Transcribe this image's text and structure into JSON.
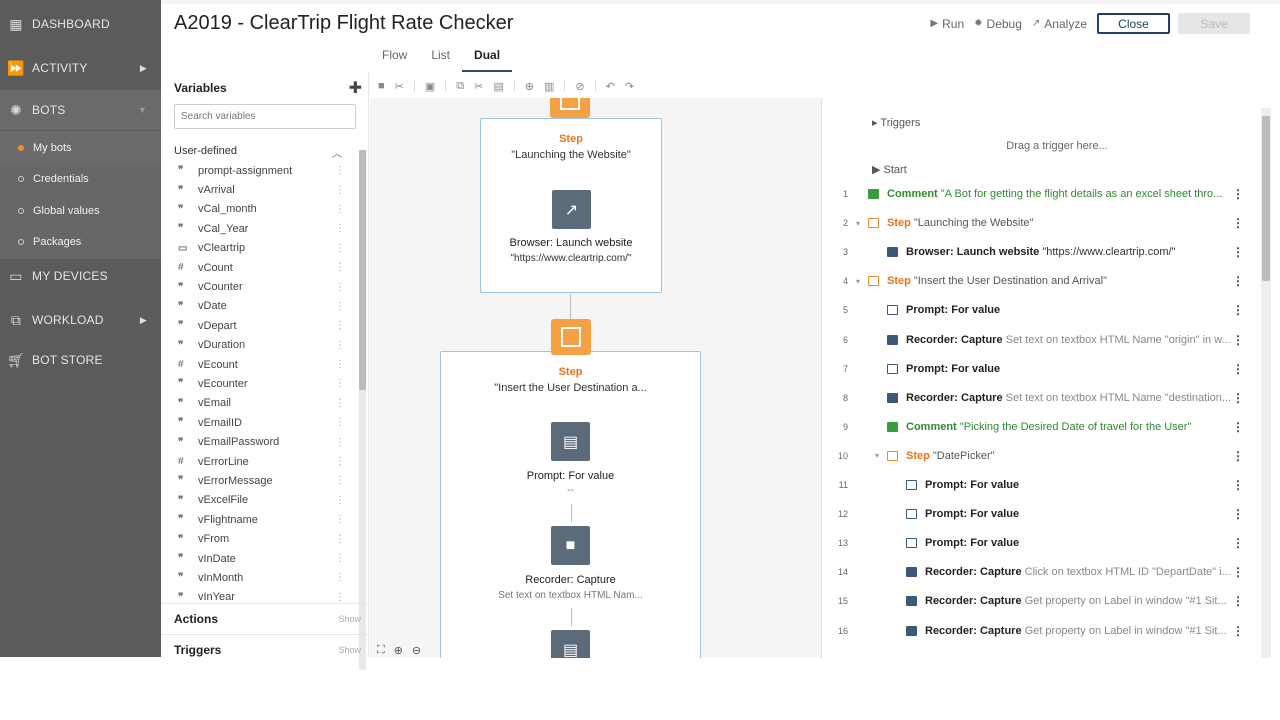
{
  "nav": {
    "items": [
      {
        "label": "DASHBOARD",
        "icon": "dashboard-icon"
      },
      {
        "label": "ACTIVITY",
        "icon": "activity-icon"
      },
      {
        "label": "BOTS",
        "icon": "bots-icon"
      },
      {
        "label": "MY DEVICES",
        "icon": "devices-icon"
      },
      {
        "label": "WORKLOAD",
        "icon": "workload-icon"
      },
      {
        "label": "BOT STORE",
        "icon": "store-icon"
      }
    ],
    "bots_sub": [
      "My bots",
      "Credentials",
      "Global values",
      "Packages"
    ]
  },
  "header": {
    "title": "A2019 - ClearTrip Flight Rate Checker",
    "tabs": [
      "Flow",
      "List",
      "Dual"
    ],
    "active_tab": "Dual",
    "run": "Run",
    "debug": "Debug",
    "analyze": "Analyze",
    "close": "Close",
    "save": "Save"
  },
  "variables": {
    "title": "Variables",
    "search_placeholder": "Search variables",
    "group": "User-defined",
    "items": [
      {
        "name": "prompt-assignment",
        "type": "string"
      },
      {
        "name": "vArrival",
        "type": "string"
      },
      {
        "name": "vCal_month",
        "type": "string"
      },
      {
        "name": "vCal_Year",
        "type": "string"
      },
      {
        "name": "vCleartrip",
        "type": "window"
      },
      {
        "name": "vCount",
        "type": "number"
      },
      {
        "name": "vCounter",
        "type": "string"
      },
      {
        "name": "vDate",
        "type": "string"
      },
      {
        "name": "vDepart",
        "type": "string"
      },
      {
        "name": "vDuration",
        "type": "string"
      },
      {
        "name": "vEcount",
        "type": "number"
      },
      {
        "name": "vEcounter",
        "type": "string"
      },
      {
        "name": "vEmail",
        "type": "string"
      },
      {
        "name": "vEmailID",
        "type": "string"
      },
      {
        "name": "vEmailPassword",
        "type": "string"
      },
      {
        "name": "vErrorLine",
        "type": "number"
      },
      {
        "name": "vErrorMessage",
        "type": "string"
      },
      {
        "name": "vExcelFile",
        "type": "string"
      },
      {
        "name": "vFlightname",
        "type": "string"
      },
      {
        "name": "vFrom",
        "type": "string"
      },
      {
        "name": "vInDate",
        "type": "string"
      },
      {
        "name": "vInMonth",
        "type": "string"
      },
      {
        "name": "vInYear",
        "type": "string"
      }
    ],
    "actions_label": "Actions",
    "triggers_label": "Triggers",
    "show_label": "Show"
  },
  "flow": {
    "step1_label": "Step",
    "step1_name": "\"Launching the Website\"",
    "node1_label": "Browser: Launch website",
    "node1_sub": "\"https://www.cleartrip.com/\"",
    "step2_label": "Step",
    "step2_name": "\"Insert the User Destination a...",
    "node2_label": "Prompt: For value",
    "node2_sub": "--",
    "node3_label": "Recorder: Capture",
    "node3_sub": "Set text on textbox HTML Nam..."
  },
  "list": {
    "triggers": "Triggers",
    "drag_hint": "Drag a trigger here...",
    "start": "Start",
    "rows": [
      {
        "n": "1",
        "indent": 0,
        "kind": "comment",
        "key": "Comment",
        "text": "\"A Bot for getting the flight details as an excel sheet thro..."
      },
      {
        "n": "2",
        "indent": 0,
        "kind": "step",
        "key": "Step",
        "text": "\"Launching the Website\"",
        "toggle": true
      },
      {
        "n": "3",
        "indent": 1,
        "kind": "browser",
        "key": "Browser: Launch website",
        "text": "\"https://www.cleartrip.com/\"",
        "val": true
      },
      {
        "n": "4",
        "indent": 0,
        "kind": "step",
        "key": "Step",
        "text": "\"Insert the User Destination and Arrival\"",
        "toggle": true
      },
      {
        "n": "5",
        "indent": 1,
        "kind": "prompt",
        "key": "Prompt: For value",
        "text": ""
      },
      {
        "n": "6",
        "indent": 1,
        "kind": "rec",
        "key": "Recorder: Capture",
        "text": "Set text on textbox HTML Name \"origin\" in w..."
      },
      {
        "n": "7",
        "indent": 1,
        "kind": "prompt",
        "key": "Prompt: For value",
        "text": ""
      },
      {
        "n": "8",
        "indent": 1,
        "kind": "rec",
        "key": "Recorder: Capture",
        "text": "Set text on textbox HTML Name \"destination..."
      },
      {
        "n": "9",
        "indent": 1,
        "kind": "comment",
        "key": "Comment",
        "text": "\"Picking the Desired Date of travel for the User\""
      },
      {
        "n": "10",
        "indent": 1,
        "kind": "step",
        "key": "Step",
        "text": "\"DatePicker\"",
        "toggle": true
      },
      {
        "n": "11",
        "indent": 2,
        "kind": "prompt",
        "key": "Prompt: For value",
        "text": ""
      },
      {
        "n": "12",
        "indent": 2,
        "kind": "prompt",
        "key": "Prompt: For value",
        "text": ""
      },
      {
        "n": "13",
        "indent": 2,
        "kind": "prompt",
        "key": "Prompt: For value",
        "text": ""
      },
      {
        "n": "14",
        "indent": 2,
        "kind": "rec",
        "key": "Recorder: Capture",
        "text": "Click on textbox HTML ID \"DepartDate\" i..."
      },
      {
        "n": "15",
        "indent": 2,
        "kind": "rec",
        "key": "Recorder: Capture",
        "text": "Get property on Label in window \"#1 Sit..."
      },
      {
        "n": "16",
        "indent": 2,
        "kind": "rec",
        "key": "Recorder: Capture",
        "text": "Get property on Label in window \"#1 Sit..."
      }
    ]
  },
  "colors": {
    "nav_bg": "#5b5b5b",
    "accent_orange": "#f68b1f",
    "comment_green": "#2f8a32",
    "primary_blue": "#1f3f6b"
  }
}
